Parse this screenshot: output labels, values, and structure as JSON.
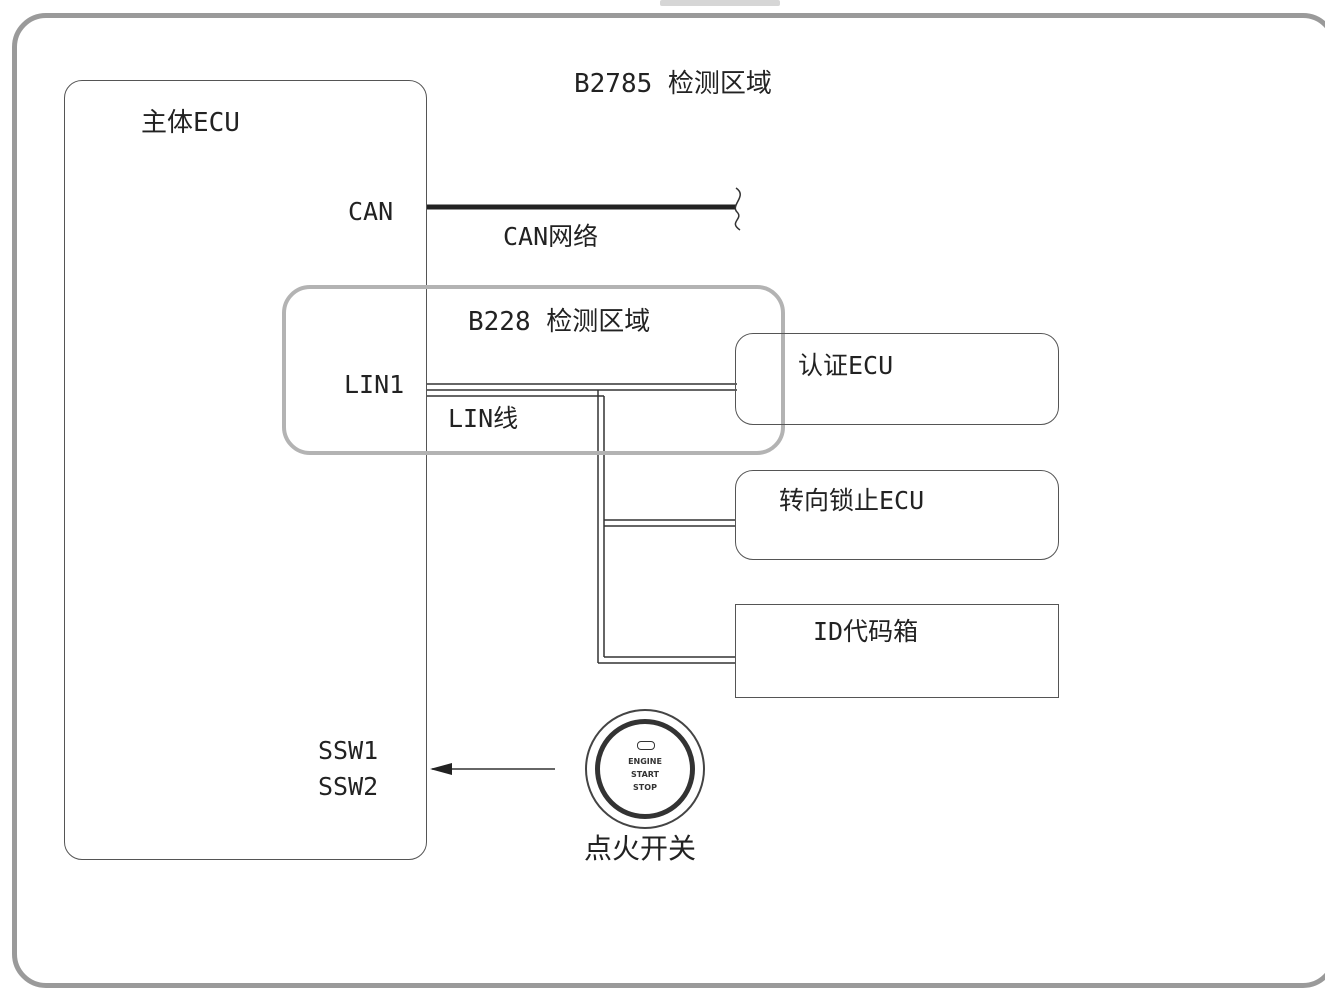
{
  "diagram": {
    "top_area_label": "B2785 检测区域",
    "main_ecu": {
      "title": "主体ECU",
      "can_pin": "CAN",
      "lin_pin": "LIN1",
      "ssw1_pin": "SSW1",
      "ssw2_pin": "SSW2"
    },
    "can_network_label": "CAN网络",
    "detect_area_label": "B228  检测区域",
    "lin_wire_label": "LIN线",
    "auth_ecu_label": "认证ECU",
    "steering_lock_ecu_label": "转向锁止ECU",
    "id_box_label": "ID代码箱",
    "ignition": {
      "label": "点火开关",
      "button_text": [
        "ENGINE",
        "START",
        "STOP"
      ]
    },
    "colors": {
      "frame": "#9a9a9a",
      "detect_area_border": "#b3b3b3",
      "wire": "#333333",
      "text": "#222222"
    }
  }
}
